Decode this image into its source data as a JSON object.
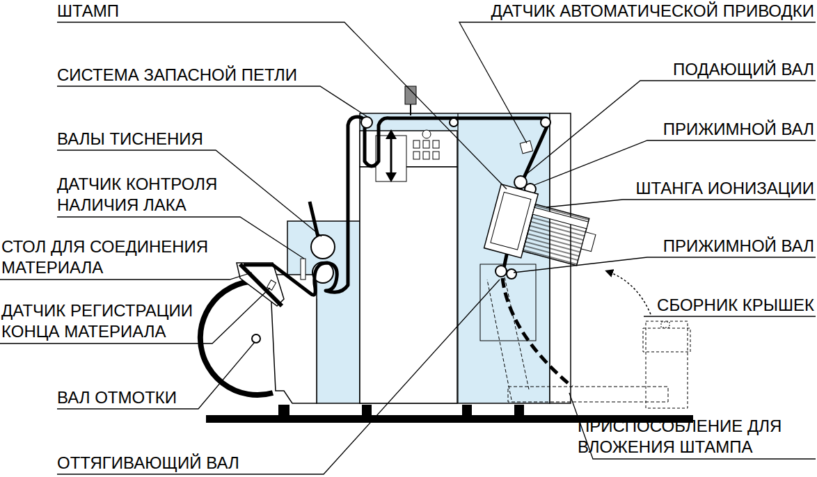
{
  "diagram": {
    "labels": [
      "ШТАМП",
      "ДАТЧИК АВТОМАТИЧЕСКОЙ ПРИВОДКИ",
      "СИСТЕМА ЗАПАСНОЙ ПЕТЛИ",
      "ПОДАЮЩИЙ ВАЛ",
      "ВАЛЫ ТИСНЕНИЯ",
      "ПРИЖИМНОЙ ВАЛ",
      "ДАТЧИК КОНТРОЛЯ НАЛИЧИЯ ЛАКА",
      "ШТАНГА ИОНИЗАЦИИ",
      "СТОЛ ДЛЯ СОЕДИНЕНИЯ МАТЕРИАЛА",
      "ПРИЖИМНОЙ ВАЛ",
      "ДАТЧИК РЕГИСТРАЦИИ КОНЦА МАТЕРИАЛА",
      "СБОРНИК КРЫШЕК",
      "ВАЛ ОТМОТКИ",
      "ОТТЯГИВАЮЩИЙ ВАЛ",
      "ПРИСПОСОБЛЕНИЕ ДЛЯ ВЛОЖЕНИЯ ШТАМПА"
    ]
  }
}
